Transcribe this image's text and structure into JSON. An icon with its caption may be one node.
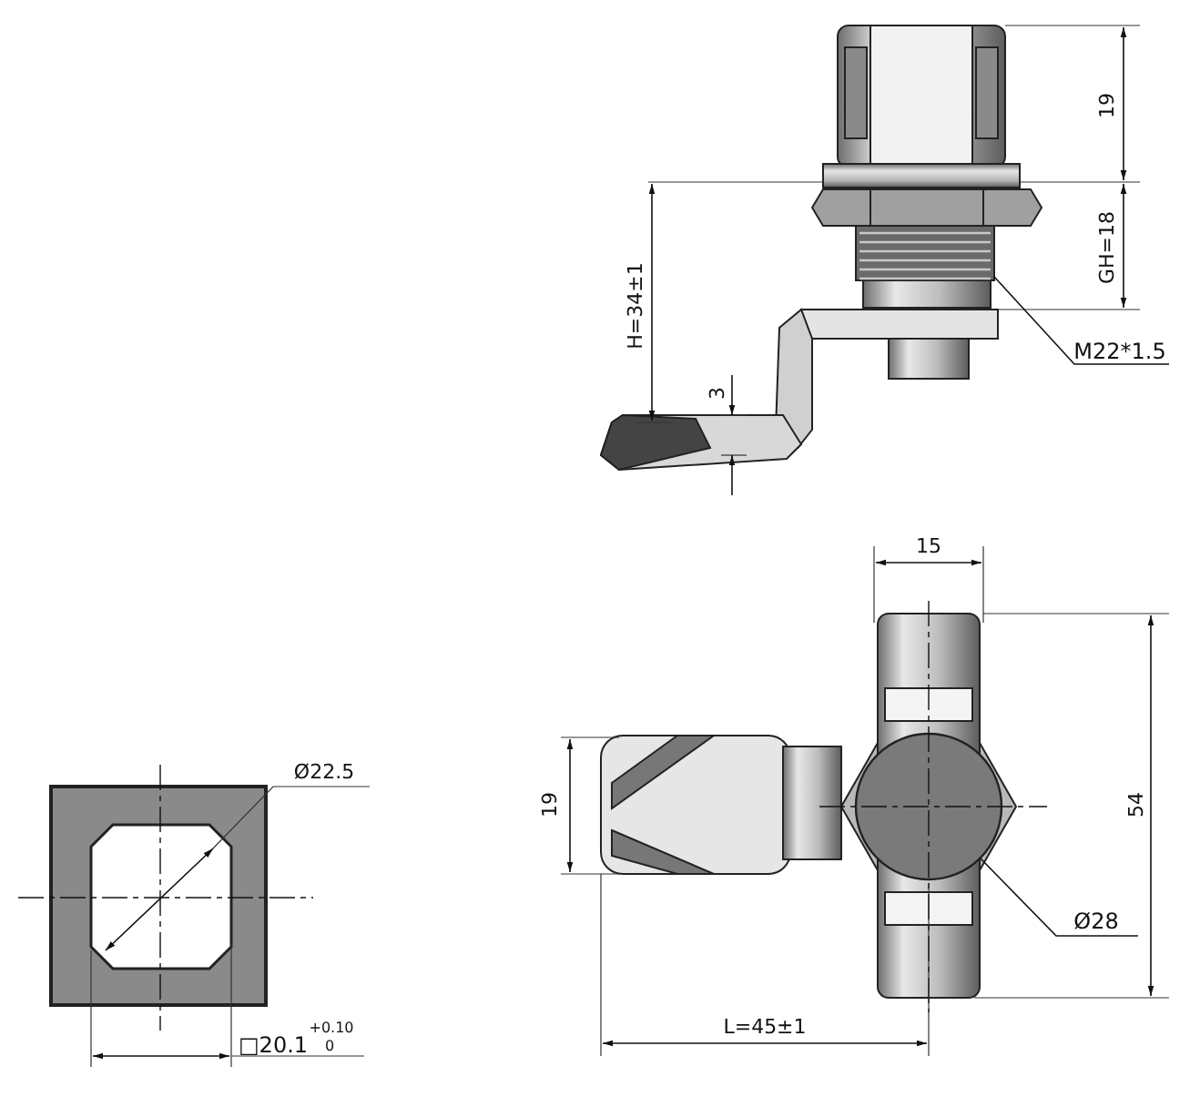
{
  "diagram": {
    "nodes": [
      {
        "text": [
          "M22*1.5"
        ]
      },
      {
        "text": [],
        "shape": "picture"
      },
      {
        "text": [
          "Ø28"
        ]
      },
      {
        "text": [],
        "shape": "circle"
      }
    ],
    "edges": [
      {
        "from": 0,
        "to": 1,
        "arrow": "none"
      },
      {
        "from": 2,
        "to": 3,
        "arrow": "none"
      }
    ],
    "labels": [
      "19",
      "GH=18",
      "H=34±1",
      "3",
      "Ø22.5",
      "□20.1",
      "+0.10",
      "0",
      "15",
      "19",
      "54",
      "L=45±1"
    ]
  }
}
